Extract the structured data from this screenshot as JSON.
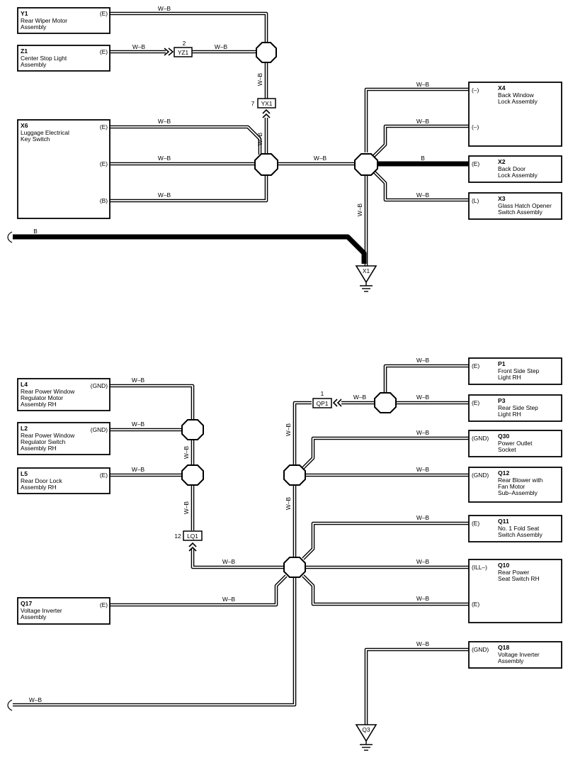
{
  "components": {
    "y1": {
      "code": "Y1",
      "lines": [
        "Rear Wiper Motor",
        "Assembly"
      ],
      "pin": "(E)"
    },
    "z1": {
      "code": "Z1",
      "lines": [
        "Center Stop Light",
        "Assembly"
      ],
      "pin": "(E)"
    },
    "x6": {
      "code": "X6",
      "lines": [
        "Luggage Electrical",
        "Key Switch"
      ],
      "pins": [
        "(E)",
        "(E)",
        "(B)"
      ]
    },
    "x4": {
      "code": "X4",
      "lines": [
        "Back Window",
        "Lock Assembly"
      ],
      "pins": [
        "(–)",
        "(–)"
      ]
    },
    "x2": {
      "code": "X2",
      "lines": [
        "Back Door",
        "Lock Assembly"
      ],
      "pin": "(E)"
    },
    "x3": {
      "code": "X3",
      "lines": [
        "Glass Hatch Opener",
        "Switch Assembly"
      ],
      "pin": "(L)"
    },
    "l4": {
      "code": "L4",
      "lines": [
        "Rear Power Window",
        "Regulator Motor",
        "Assembly RH"
      ],
      "pin": "(GND)"
    },
    "l2": {
      "code": "L2",
      "lines": [
        "Rear Power Window",
        "Regulator Switch",
        "Assembly RH"
      ],
      "pin": "(GND)"
    },
    "l5": {
      "code": "L5",
      "lines": [
        "Rear Door Lock",
        "Assembly RH"
      ],
      "pin": "(E)"
    },
    "q17": {
      "code": "Q17",
      "lines": [
        "Voltage Inverter",
        "Assembly"
      ],
      "pin": "(E)"
    },
    "p1": {
      "code": "P1",
      "lines": [
        "Front Side Step",
        "Light RH"
      ],
      "pin": "(E)"
    },
    "p3": {
      "code": "P3",
      "lines": [
        "Rear Side Step",
        "Light RH"
      ],
      "pin": "(E)"
    },
    "q30": {
      "code": "Q30",
      "lines": [
        "Power Outlet",
        "Socket"
      ],
      "pin": "(GND)"
    },
    "q12": {
      "code": "Q12",
      "lines": [
        "Rear Blower with",
        "Fan Motor",
        "Sub–Assembly"
      ],
      "pin": "(GND)"
    },
    "q11": {
      "code": "Q11",
      "lines": [
        "No. 1 Fold Seat",
        "Switch Assembly"
      ],
      "pin": "(E)"
    },
    "q10": {
      "code": "Q10",
      "lines": [
        "Rear Power",
        "Seat Switch RH"
      ],
      "pins": [
        "(ILL–)",
        "(E)"
      ]
    },
    "q18": {
      "code": "Q18",
      "lines": [
        "Voltage Inverter",
        "Assembly"
      ],
      "pin": "(GND)"
    }
  },
  "connectors": {
    "yz1": {
      "label": "YZ1",
      "pin": "2"
    },
    "yx1": {
      "label": "YX1",
      "pin": "7"
    },
    "qp1": {
      "label": "QP1",
      "pin": "1"
    },
    "lq1": {
      "label": "LQ1",
      "pin": "12"
    }
  },
  "grounds": {
    "x1": "X1",
    "q3": "Q3"
  },
  "wire_colors": {
    "wb": "W–B",
    "b": "B"
  },
  "colors": {
    "line": "#000000",
    "background": "#ffffff"
  }
}
